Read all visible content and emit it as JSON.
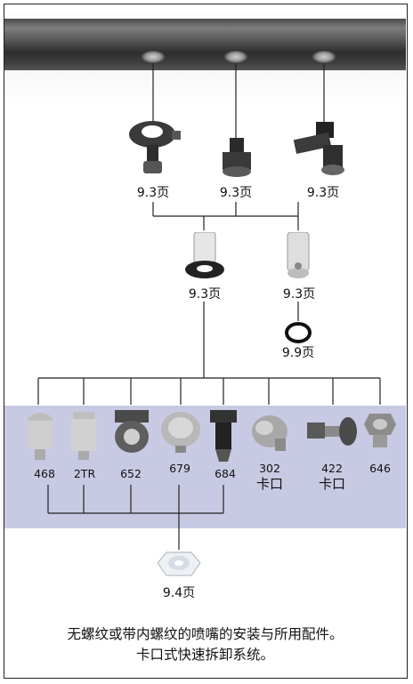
{
  "top_parts": [
    {
      "label": "9.3页"
    },
    {
      "label": "9.3页"
    },
    {
      "label": "9.3页"
    }
  ],
  "middle_parts": [
    {
      "label": "9.3页"
    },
    {
      "label": "9.3页"
    }
  ],
  "oring": {
    "label": "9.9页"
  },
  "nozzles": [
    {
      "label": "468"
    },
    {
      "label": "2TR"
    },
    {
      "label": "652"
    },
    {
      "label": "679"
    },
    {
      "label": "684"
    },
    {
      "label": "302",
      "sub": "卡口"
    },
    {
      "label": "422",
      "sub": "卡口"
    },
    {
      "label": "646"
    }
  ],
  "bottom_part": {
    "label": "9.4页"
  },
  "caption": {
    "line1": "无螺纹或带内螺纹的喷嘴的安装与所用配件。",
    "line2": "卡口式快速拆卸系统。"
  },
  "colors": {
    "band": "#c8cae3",
    "pipe": "#4a4a4a",
    "line": "#222222"
  }
}
